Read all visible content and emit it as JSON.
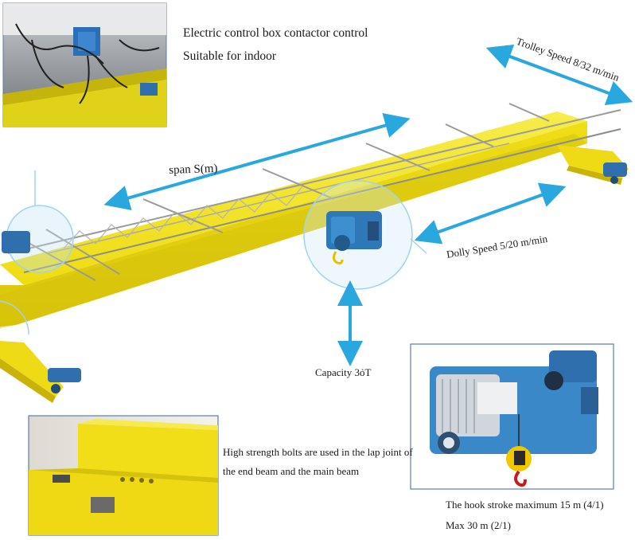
{
  "callouts": {
    "control_box_line1": "Electric control box contactor control",
    "control_box_line2": "Suitable for indoor",
    "trolley_speed": "Trolley Speed 8/32 m/min",
    "span": "span S(m)",
    "dolly_speed": "Dolly Speed 5/20 m/min",
    "capacity": "Capacity 3ỏT",
    "bolts": "High strength bolts are used in the lap joint of the end beam and the main beam",
    "hook_stroke_line1": "The hook stroke maximum 15 m (4/1)",
    "hook_stroke_line2": "Max 30 m (2/1)"
  },
  "colors": {
    "arrow": "#29a8e0",
    "beam_yellow": "#f2e21c",
    "beam_shadow": "#d4c20c",
    "hoist_blue": "#2f78b8",
    "callout_circle": "#9fd4ee",
    "frame": "#5a7fa8"
  }
}
